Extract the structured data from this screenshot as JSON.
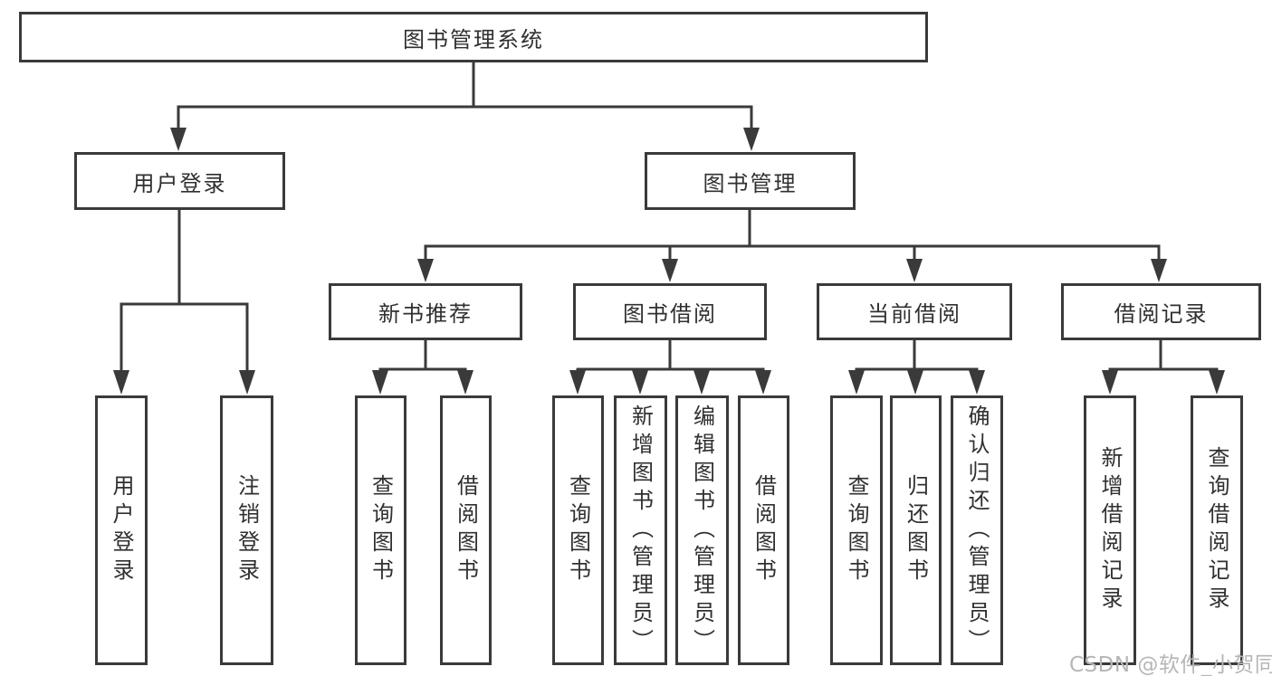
{
  "diagram": {
    "root": {
      "label": "图书管理系统"
    },
    "level2": [
      {
        "label": "用户登录"
      },
      {
        "label": "图书管理"
      }
    ],
    "level3": [
      {
        "label": "新书推荐"
      },
      {
        "label": "图书借阅"
      },
      {
        "label": "当前借阅"
      },
      {
        "label": "借阅记录"
      }
    ],
    "leaves": {
      "user": [
        "用户登录",
        "注销登录"
      ],
      "newbook": [
        "查询图书",
        "借阅图书"
      ],
      "borrow": [
        "查询图书",
        "新增图书（管理员）",
        "编辑图书（管理员）",
        "借阅图书"
      ],
      "current": [
        "查询图书",
        "归还图书",
        "确认归还（管理员）"
      ],
      "records": [
        "新增借阅记录",
        "查询借阅记录"
      ]
    }
  },
  "watermark": {
    "text": "CSDN @软件_小贺同学"
  },
  "colors": {
    "line": "#3a3a3a",
    "text": "#303030",
    "watermark": "#b6b6b6",
    "background": "#ffffff"
  }
}
